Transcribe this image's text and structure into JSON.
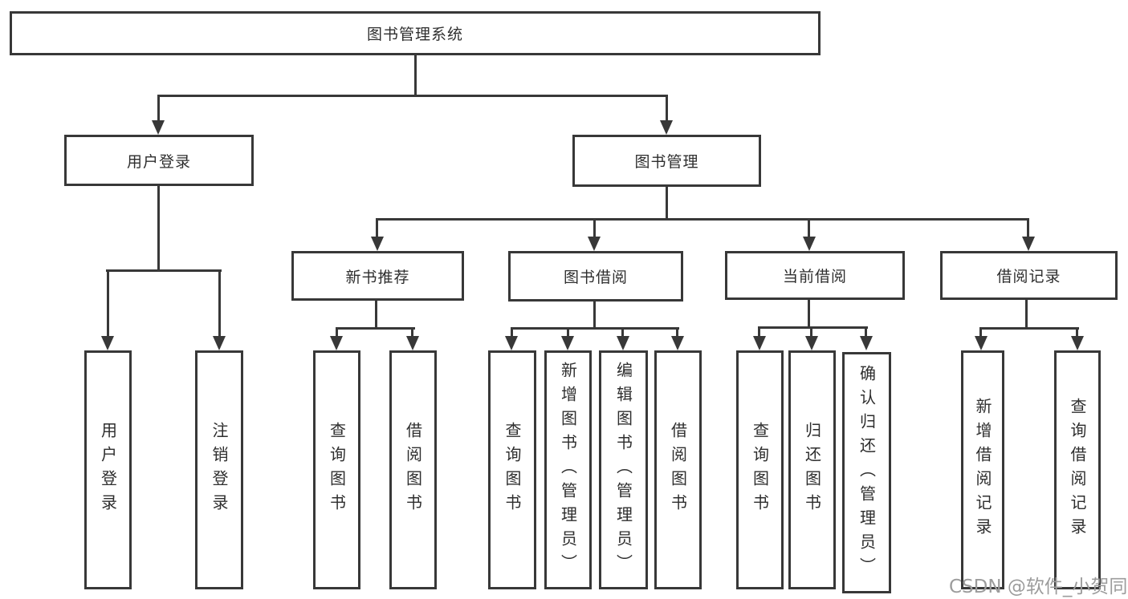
{
  "nodes": {
    "root": "图书管理系统",
    "user_login": "用户登录",
    "book_mgmt": "图书管理",
    "new_book_rec": "新书推荐",
    "book_borrow": "图书借阅",
    "current_borrow": "当前借阅",
    "borrow_record": "借阅记录",
    "leaf_user_login": "用户登录",
    "leaf_logout": "注销登录",
    "nb_query": "查询图书",
    "nb_borrow": "借阅图书",
    "bb_query": "查询图书",
    "bb_add": "新增图书（管理员）",
    "bb_edit": "编辑图书（管理员）",
    "bb_borrow": "借阅图书",
    "cb_query": "查询图书",
    "cb_return": "归还图书",
    "cb_confirm": "确认归还（管理员）",
    "br_add": "新增借阅记录",
    "br_query": "查询借阅记录"
  },
  "watermark": "CSDN @软件_小贺同学",
  "colors": {
    "line": "#383838",
    "text": "#2e2e2e",
    "box_background": "#ffffff",
    "page_background": "#ffffff",
    "watermark": "#9c9c9c"
  }
}
